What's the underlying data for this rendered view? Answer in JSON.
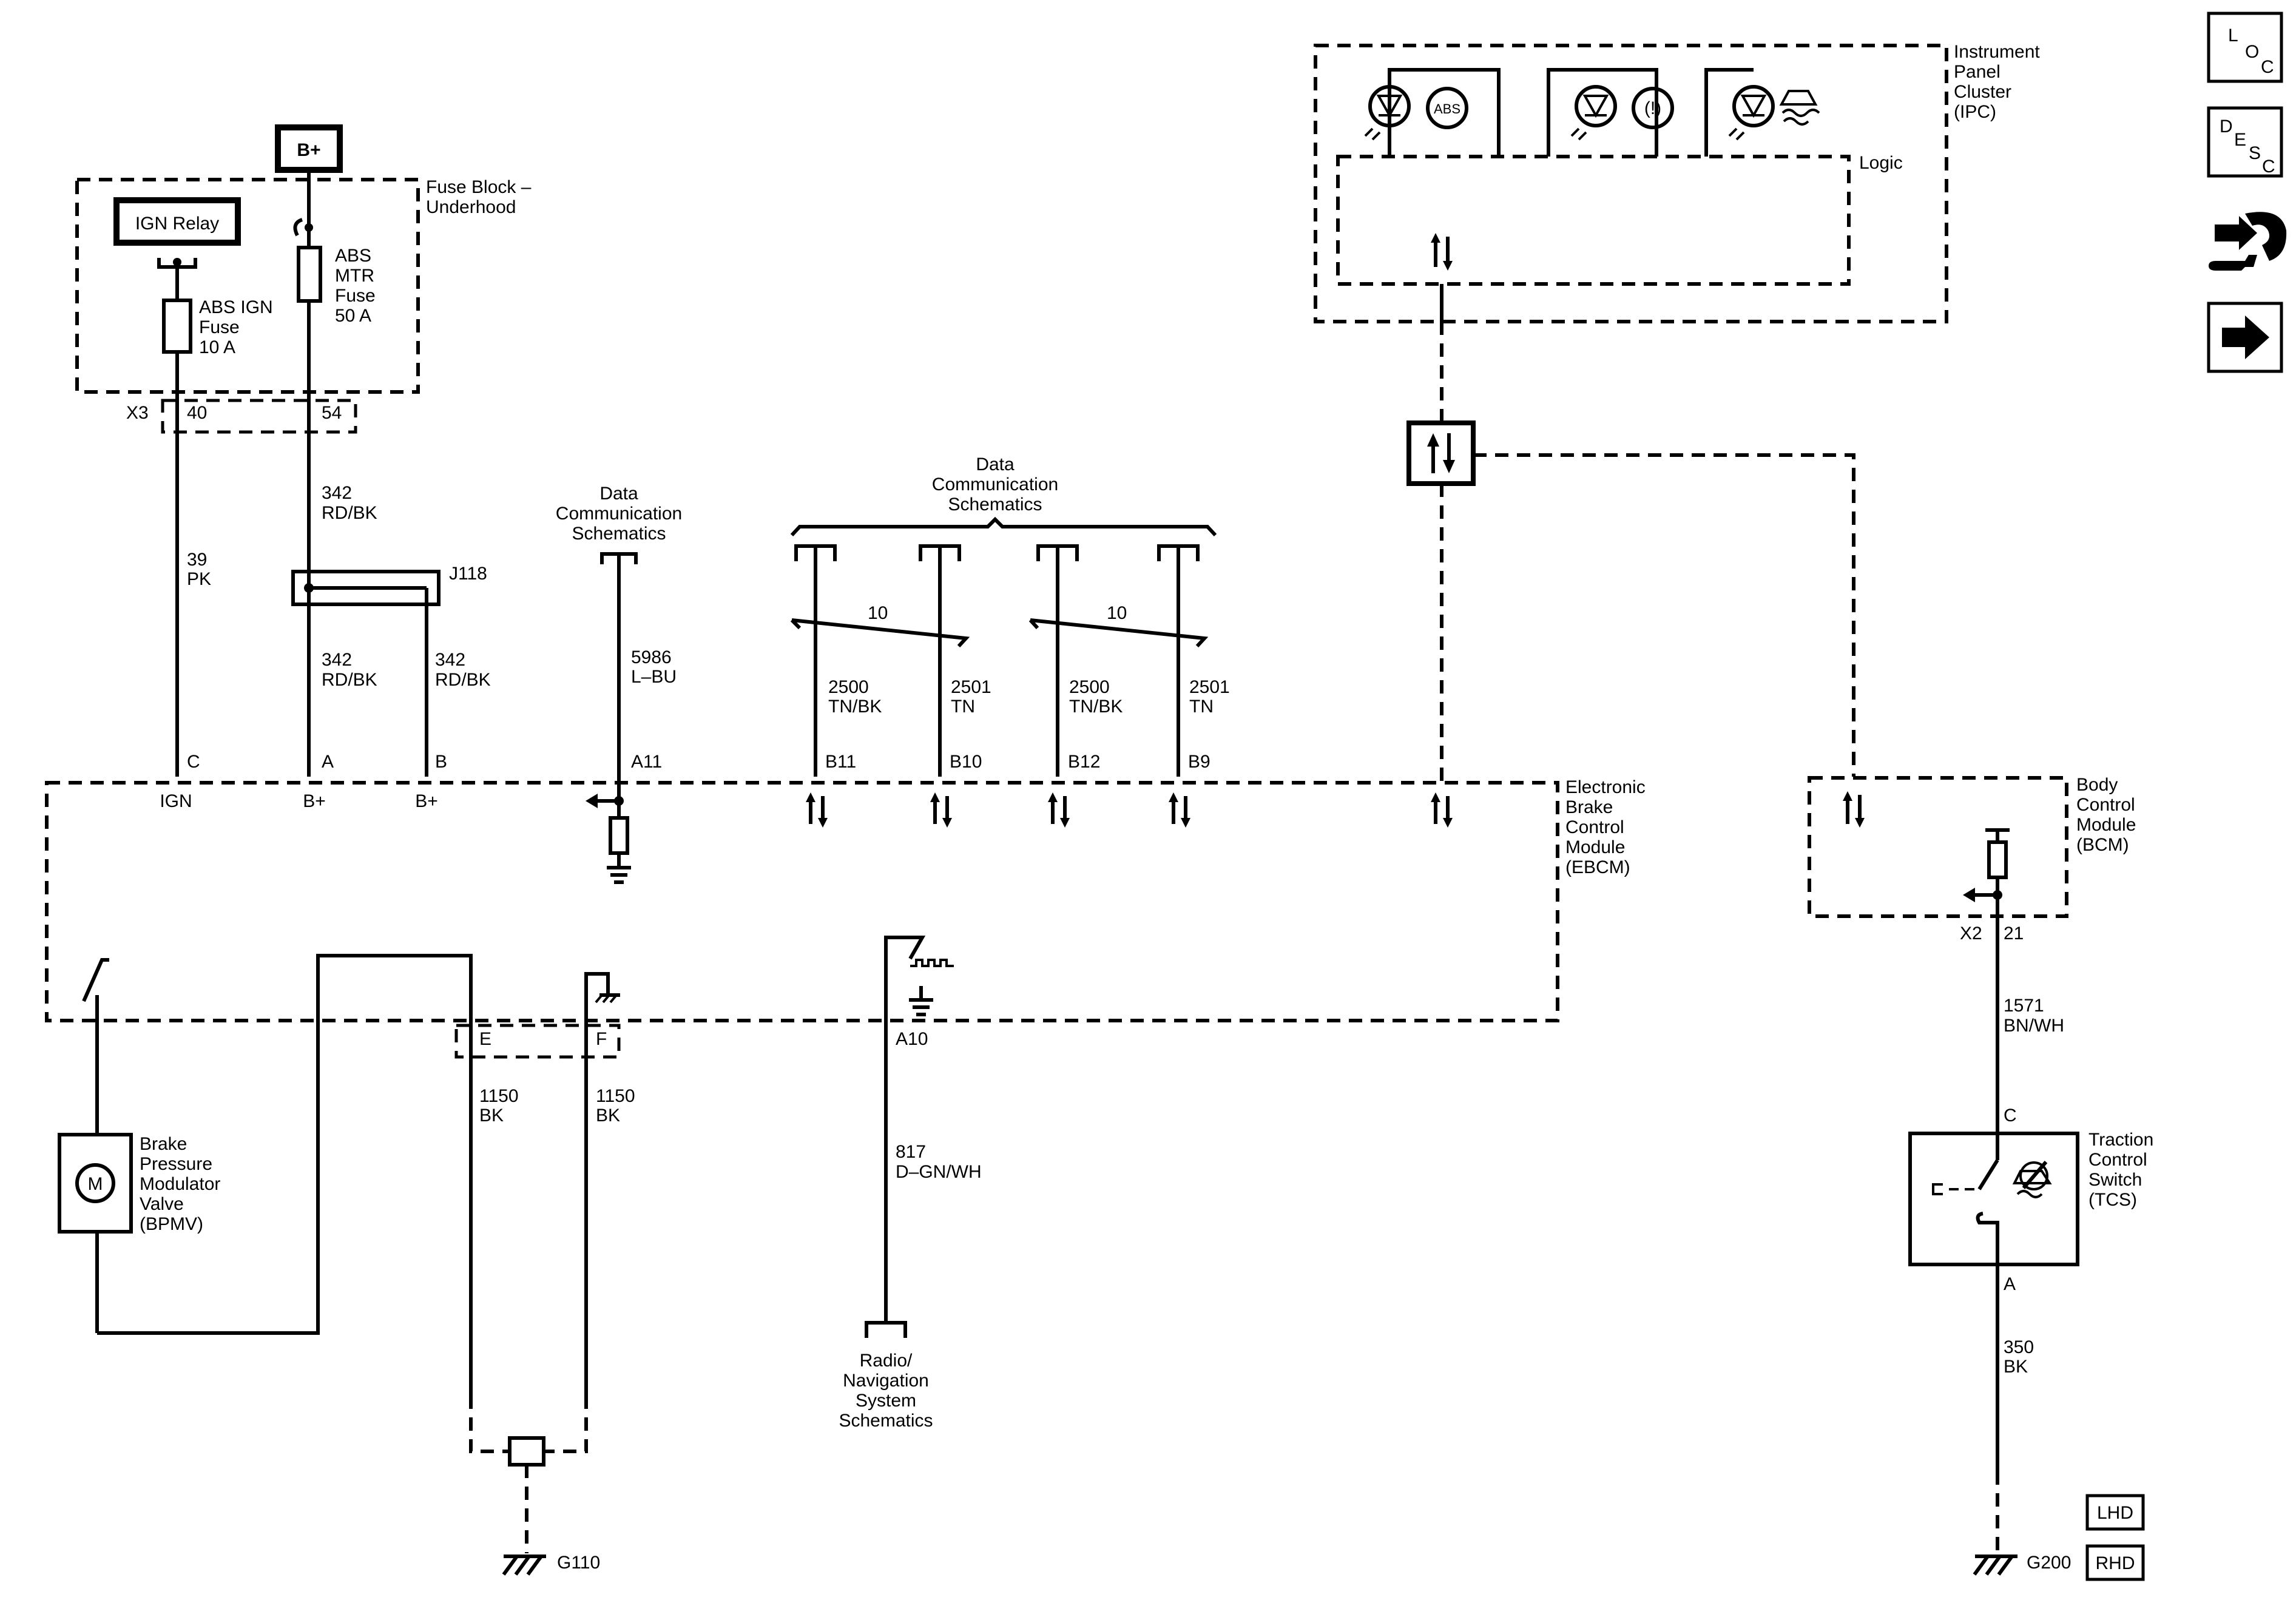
{
  "power": {
    "bplus": "B+",
    "ign_relay": "IGN Relay"
  },
  "fuse_block": {
    "title_l1": "Fuse Block –",
    "title_l2": "Underhood"
  },
  "fuses": {
    "abs_ign": [
      "ABS IGN",
      "Fuse",
      "10 A"
    ],
    "abs_mtr": [
      "ABS",
      "MTR",
      "Fuse",
      "50 A"
    ]
  },
  "pins": {
    "x3": "X3",
    "p40": "40",
    "p54": "54",
    "c": "C",
    "a": "A",
    "b": "B",
    "a11": "A11",
    "b11": "B11",
    "b10": "B10",
    "b12": "B12",
    "b9": "B9",
    "e": "E",
    "f": "F",
    "a10": "A10",
    "x2": "X2",
    "p21": "21",
    "tcs_c": "C",
    "tcs_a": "A"
  },
  "wires": {
    "w39": [
      "39",
      "PK"
    ],
    "w342a": [
      "342",
      "RD/BK"
    ],
    "w342b": [
      "342",
      "RD/BK"
    ],
    "w342c": [
      "342",
      "RD/BK"
    ],
    "w5986": [
      "5986",
      "L–BU"
    ],
    "w2500a": [
      "2500",
      "TN/BK"
    ],
    "w2501a": [
      "2501",
      "TN"
    ],
    "w2500b": [
      "2500",
      "TN/BK"
    ],
    "w2501b": [
      "2501",
      "TN"
    ],
    "w1150e": [
      "1150",
      "BK"
    ],
    "w1150f": [
      "1150",
      "BK"
    ],
    "w817": [
      "817",
      "D–GN/WH"
    ],
    "w1571": [
      "1571",
      "BN/WH"
    ],
    "w350": [
      "350",
      "BK"
    ]
  },
  "splice": "J118",
  "twist": [
    "10",
    "10"
  ],
  "data_comm_single": [
    "Data",
    "Communication",
    "Schematics"
  ],
  "data_comm_group": [
    "Data",
    "Communication",
    "Schematics"
  ],
  "ebcm": {
    "title": [
      "Electronic",
      "Brake",
      "Control",
      "Module",
      "(EBCM)"
    ],
    "ign": "IGN",
    "bplus1": "B+",
    "bplus2": "B+"
  },
  "bpmv": {
    "title": [
      "Brake",
      "Pressure",
      "Modulator",
      "Valve",
      "(BPMV)"
    ],
    "motor": "M"
  },
  "radio": [
    "Radio/",
    "Navigation",
    "System",
    "Schematics"
  ],
  "ipc": {
    "title": [
      "Instrument",
      "Panel",
      "Cluster",
      "(IPC)"
    ],
    "logic": "Logic",
    "abs_lamp": "ABS",
    "brake_lamp": "(!)"
  },
  "bcm": {
    "title": [
      "Body",
      "Control",
      "Module",
      "(BCM)"
    ]
  },
  "tcs": {
    "title": [
      "Traction",
      "Control",
      "Switch",
      "(TCS)"
    ]
  },
  "grounds": {
    "g110": "G110",
    "g200": "G200"
  },
  "options": {
    "lhd": "LHD",
    "rhd": "RHD"
  },
  "nav_buttons": {
    "loc": {
      "l1": "L",
      "l2": "O",
      "l3": "C"
    },
    "desc": {
      "l1": "D",
      "l2": "E",
      "l3": "S",
      "l4": "C"
    }
  }
}
